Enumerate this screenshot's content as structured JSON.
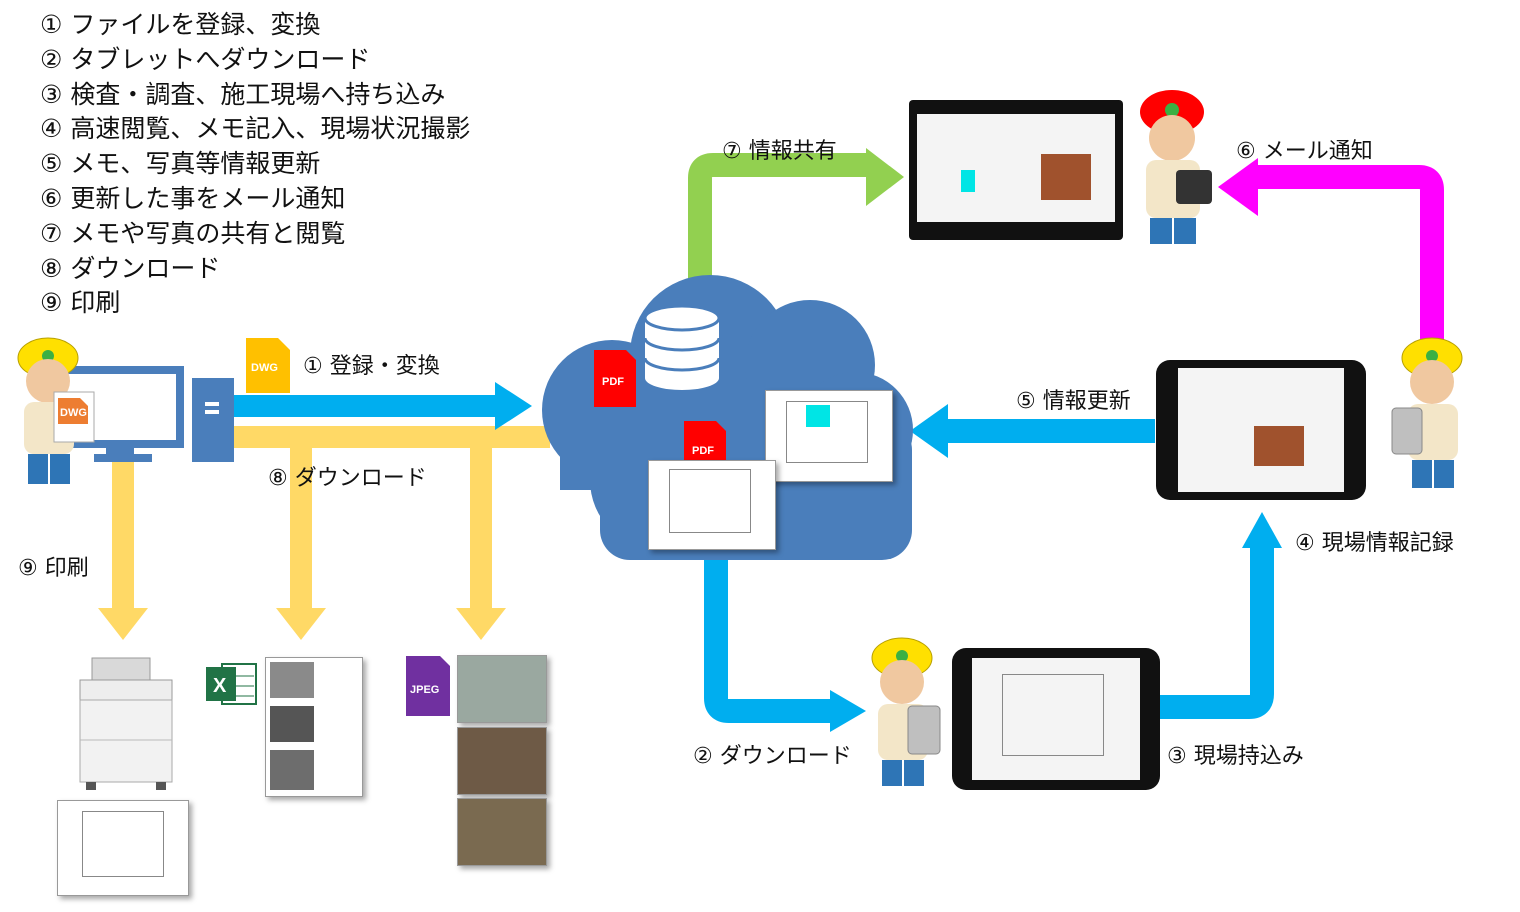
{
  "steps": [
    "① ファイルを登録、変換",
    "② タブレットへダウンロード",
    "③ 検査・調査、施工現場へ持ち込み",
    "④ 高速閲覧、メモ記入、現場状況撮影",
    "⑤ メモ、写真等情報更新",
    "⑥ 更新した事をメール通知",
    "⑦ メモや写真の共有と閲覧",
    "⑧ ダウンロード",
    "⑨ 印刷"
  ],
  "labels": {
    "register": "① 登録・変換",
    "download_pc": "⑧ ダウンロード",
    "print": "⑨ 印刷",
    "download_tablet": "② ダウンロード",
    "site_bring": "③ 現場持込み",
    "site_record": "④ 現場情報記録",
    "info_update": "⑤ 情報更新",
    "mail_notify": "⑥ メール通知",
    "info_share": "⑦ 情報共有"
  },
  "badges": {
    "dwg": "DWG",
    "pdf": "PDF",
    "jpeg": "JPEG",
    "excel": "X"
  },
  "colors": {
    "blue_arrow": "#00aeef",
    "yellow_arrow": "#ffd966",
    "green_arrow": "#92d050",
    "magenta_arrow": "#ff00ff",
    "cloud": "#4a7ebb",
    "pdf_red": "#ff0000",
    "dwg_orange": "#ffc000",
    "jpeg_purple": "#7030a0",
    "excel_green": "#217346"
  }
}
